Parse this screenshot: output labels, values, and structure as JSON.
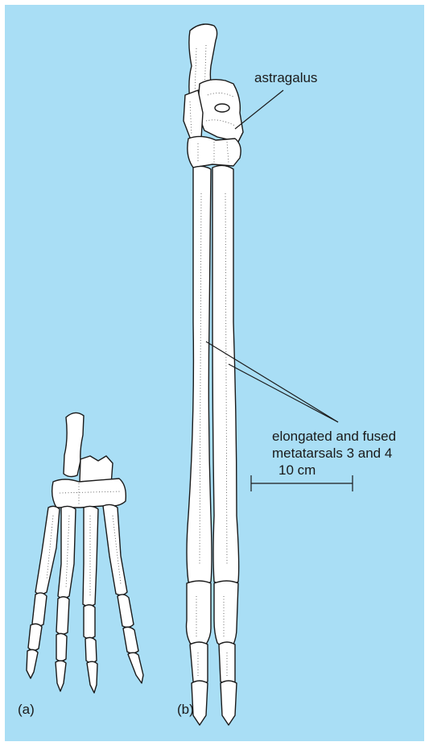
{
  "labels": {
    "astragalus": "astragalus",
    "metatarsals_line1": "elongated and fused",
    "metatarsals_line2": "metatarsals 3 and 4",
    "scale": "10 cm",
    "panel_a": "(a)",
    "panel_b": "(b)"
  },
  "colors": {
    "background": "#a9def5",
    "bone": "#ffffff",
    "outline": "#1a1a1a"
  }
}
